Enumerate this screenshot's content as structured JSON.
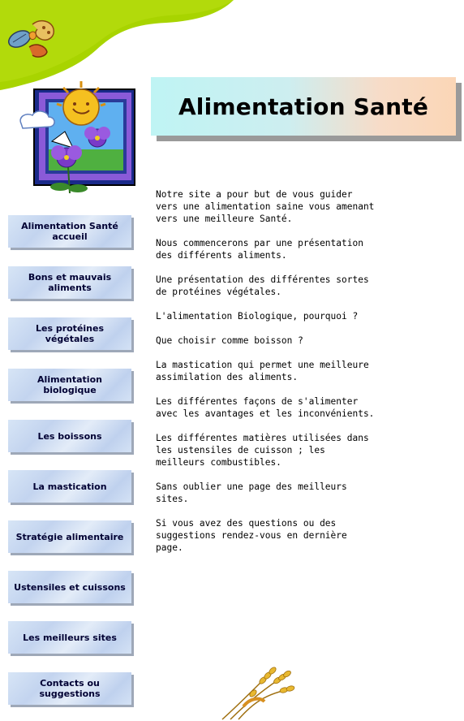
{
  "header": {
    "title": "Alimentation Santé"
  },
  "nav": {
    "items": [
      {
        "label": "Alimentation Santé accueil"
      },
      {
        "label": "Bons et mauvais aliments"
      },
      {
        "label": "Les protéines végétales"
      },
      {
        "label": "Alimentation biologique"
      },
      {
        "label": "Les boissons"
      },
      {
        "label": "La mastication"
      },
      {
        "label": "Stratégie alimentaire"
      },
      {
        "label": "Ustensiles et cuissons"
      },
      {
        "label": "Les meilleurs sites"
      },
      {
        "label": "Contacts ou suggestions"
      }
    ]
  },
  "content": {
    "paragraphs": [
      "Notre site a pour but de vous guider vers une alimentation saine vous amenant vers une meilleure Santé.",
      "Nous commencerons par une présentation des différents aliments.",
      "Une présentation des différentes sortes de protéines végétales.",
      "L'alimentation Biologique, pourquoi ?",
      "Que choisir comme boisson ?",
      "La mastication qui permet une meilleure assimilation des aliments.",
      "Les différentes façons de s'alimenter avec les avantages et les inconvénients.",
      "Les différentes matières utilisées dans les ustensiles de cuisson ; les meilleurs combustibles.",
      "Sans oublier une page des meilleurs sites.",
      "Si vous avez des questions ou des suggestions rendez-vous en dernière page."
    ]
  },
  "colors": {
    "corner_green": "#a8d400",
    "button_blue": "#c9d8f0",
    "title_cyan": "#bff4f4",
    "title_peach": "#fbd6b6"
  },
  "icons": {
    "logo": "leaf-logo-icon",
    "header_image": "sun-flower-window-icon",
    "footer_image": "wheat-icon"
  }
}
